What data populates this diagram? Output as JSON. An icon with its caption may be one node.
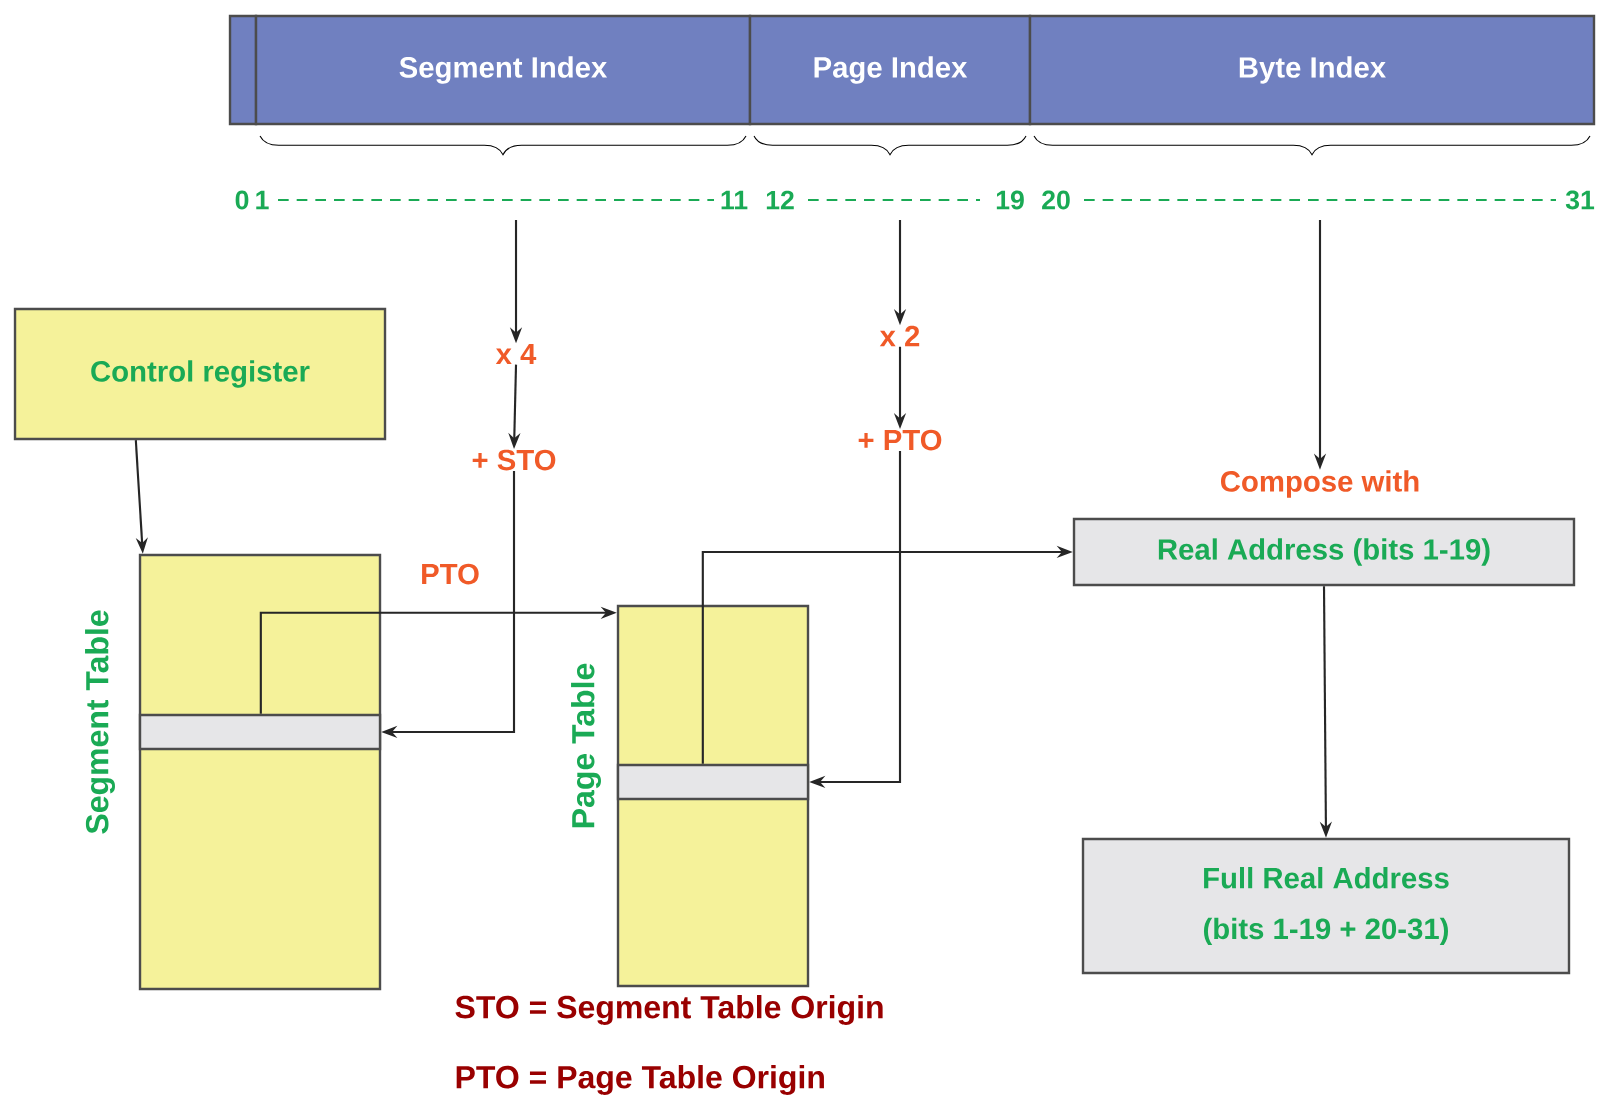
{
  "diagram": {
    "nodes": [
      {
        "text": [],
        "shape": "bar"
      },
      {
        "text": [
          "Segment Index"
        ]
      },
      {
        "text": [
          "Page Index"
        ]
      },
      {
        "text": [
          "Byte Index"
        ]
      },
      {
        "text": [
          "Control register"
        ]
      },
      {
        "text": [
          "x 4"
        ]
      },
      {
        "text": [
          "+ STO"
        ]
      },
      {
        "text": [
          "x 2"
        ]
      },
      {
        "text": [
          "+ PTO"
        ]
      },
      {
        "text": [
          "Segment Table"
        ]
      },
      {
        "text": [],
        "shape": "bar",
        "in": 9
      },
      {
        "text": [
          "Page Table"
        ]
      },
      {
        "text": [],
        "shape": "bar",
        "in": 11
      },
      {
        "text": [
          "Compose with"
        ]
      },
      {
        "text": [
          "Real Address (bits 1-19)"
        ]
      },
      {
        "text": [
          "Full Real Address",
          "(bits 1-19 + 20-31)"
        ]
      }
    ],
    "edges": [
      {
        "from": null,
        "to": 5,
        "arrow": "to"
      },
      {
        "from": 5,
        "to": 6,
        "arrow": "to"
      },
      {
        "from": 6,
        "to": 10,
        "arrow": "to"
      },
      {
        "from": 4,
        "to": 9,
        "arrow": "to"
      },
      {
        "from": 10,
        "to": 11,
        "arrow": "to",
        "label": "PTO"
      },
      {
        "from": null,
        "to": 7,
        "arrow": "to"
      },
      {
        "from": 7,
        "to": 8,
        "arrow": "to"
      },
      {
        "from": 8,
        "to": 12,
        "arrow": "to"
      },
      {
        "from": 12,
        "to": 14,
        "arrow": "to"
      },
      {
        "from": null,
        "to": 13,
        "arrow": "to"
      },
      {
        "from": 14,
        "to": 15,
        "arrow": "to"
      }
    ],
    "labels": [
      "0",
      "1",
      "11",
      "12",
      "19",
      "20",
      "31",
      "STO = Segment Table Origin",
      "PTO = Page Table Origin"
    ]
  }
}
